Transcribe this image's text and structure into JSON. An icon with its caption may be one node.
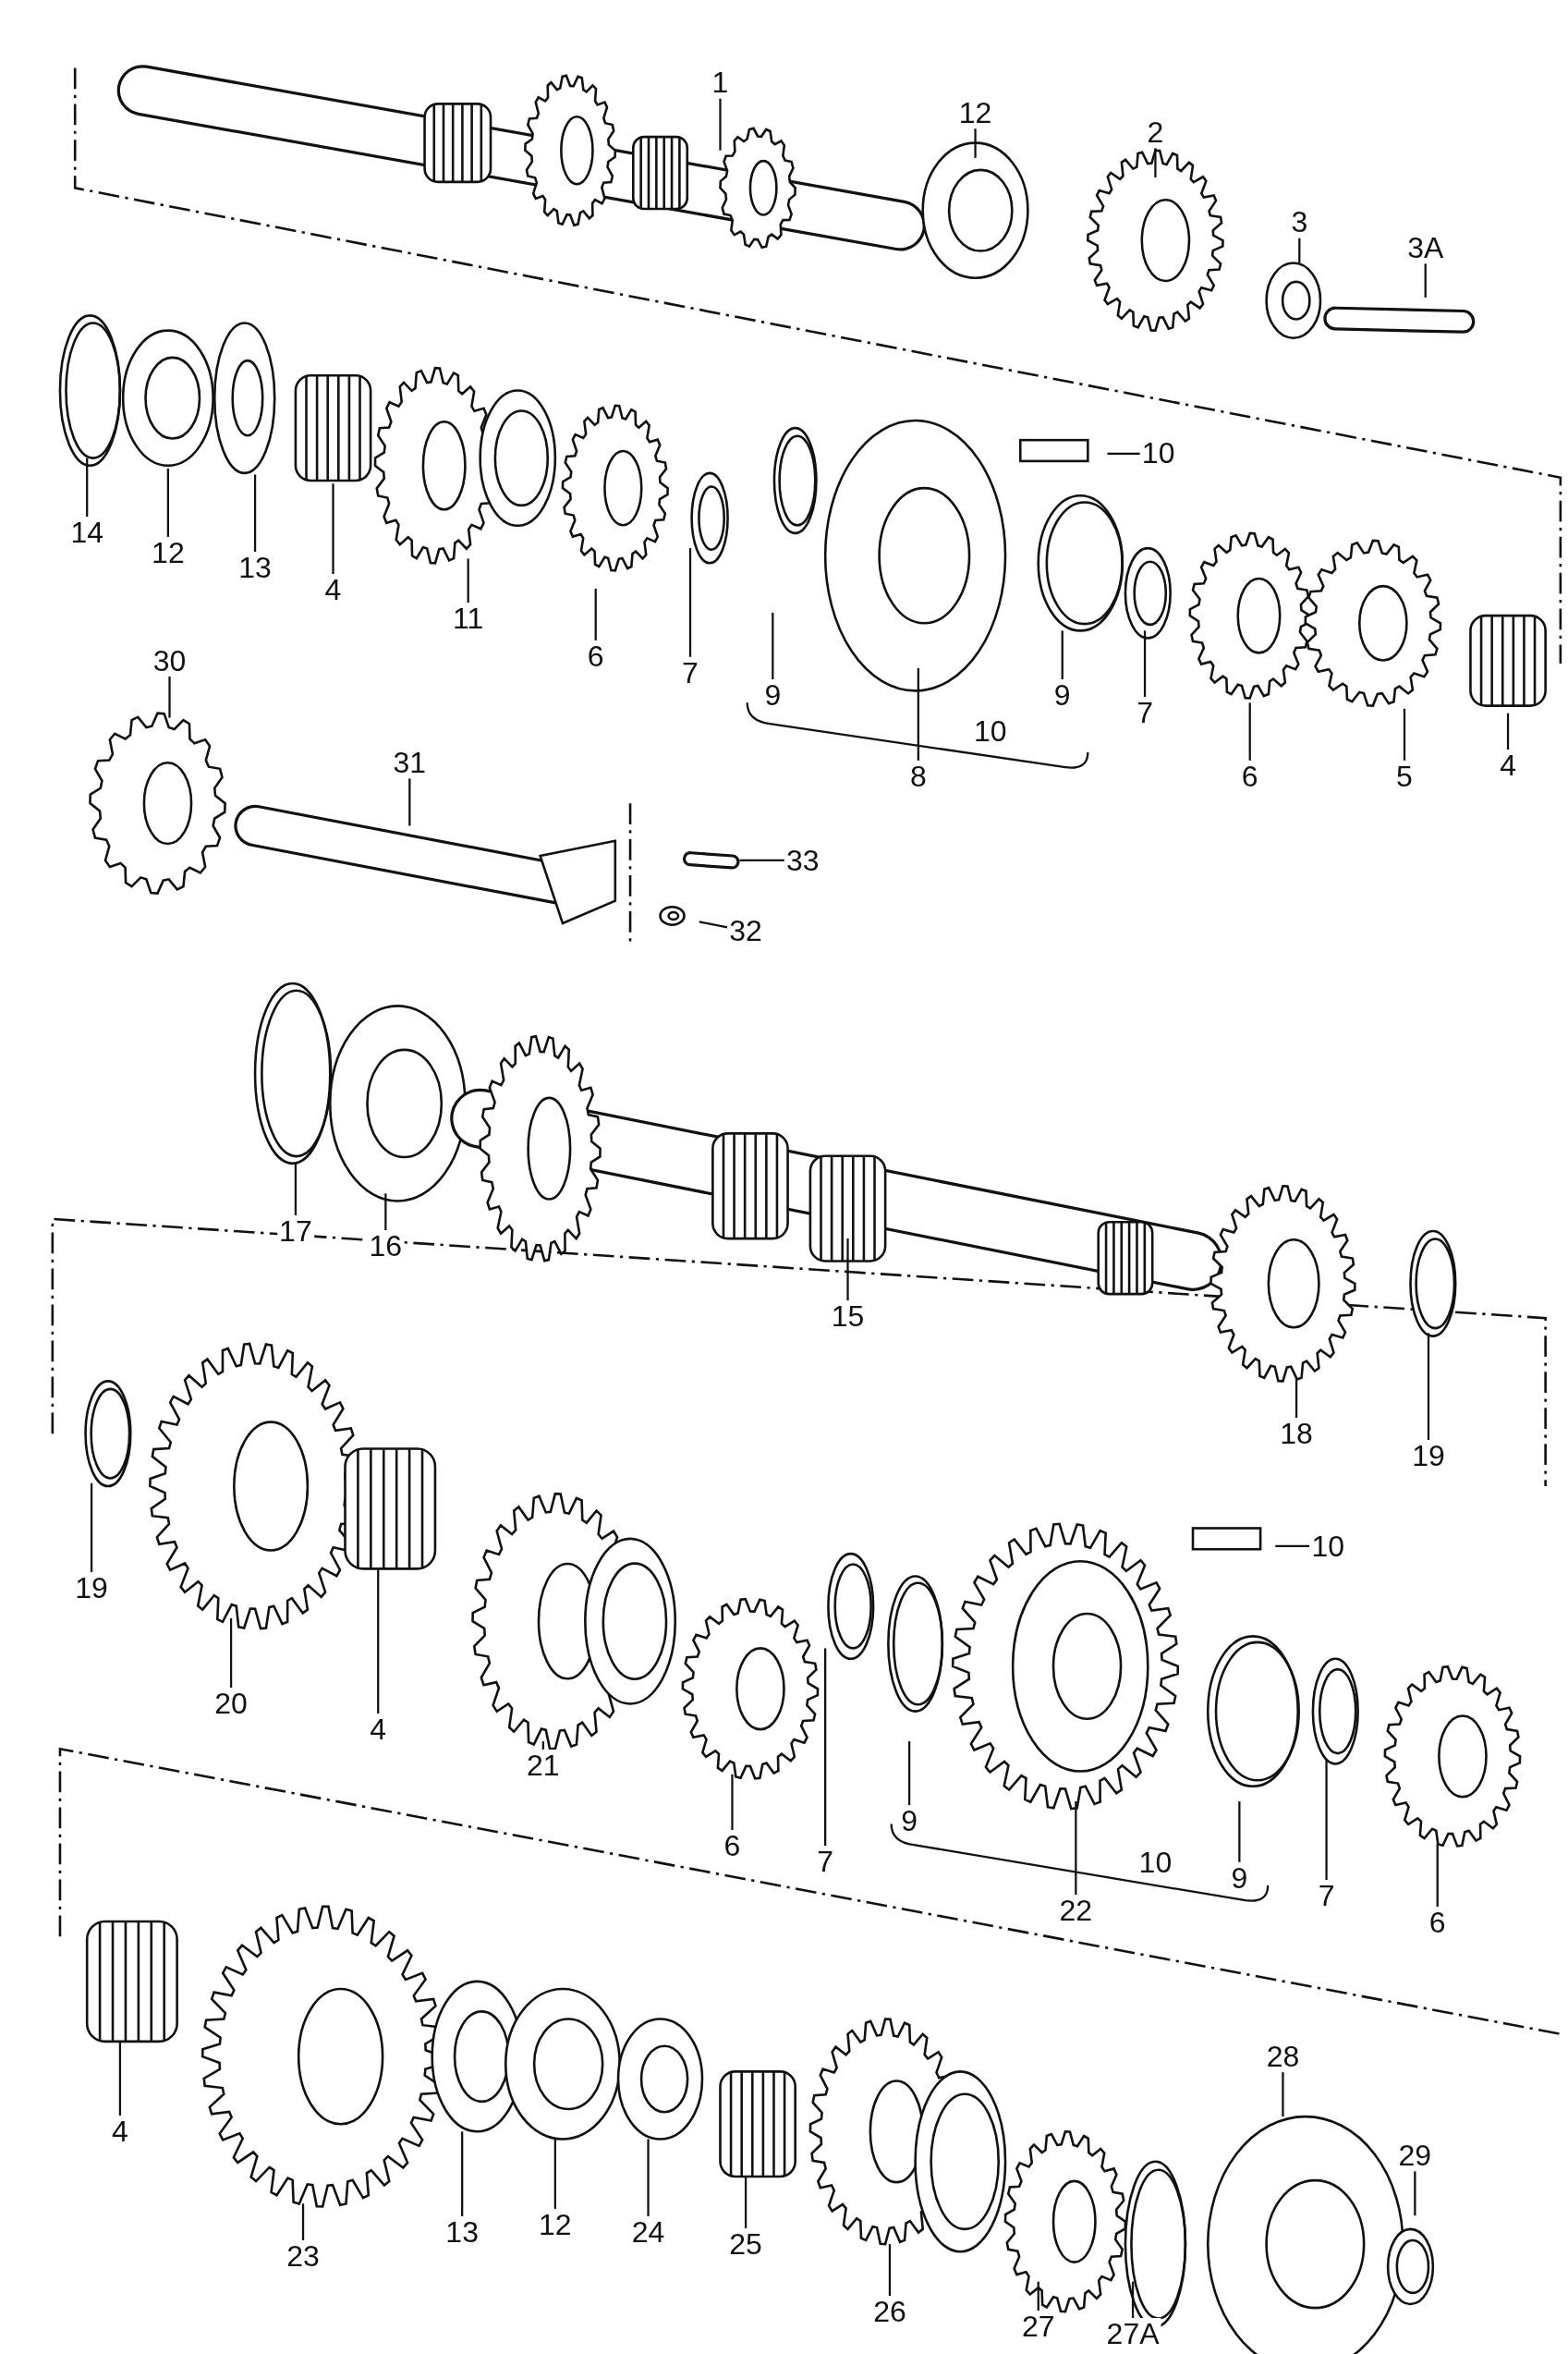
{
  "diagram": {
    "nodes": [
      {
        "text": [
          "1"
        ]
      },
      {
        "text": [
          "12"
        ]
      },
      {
        "text": [
          "2"
        ]
      },
      {
        "text": [
          "3"
        ]
      },
      {
        "text": [
          "3A"
        ]
      },
      {
        "text": [
          "10"
        ]
      },
      {
        "text": [
          "14"
        ]
      },
      {
        "text": [
          "12"
        ]
      },
      {
        "text": [
          "13"
        ]
      },
      {
        "text": [
          "4"
        ]
      },
      {
        "text": [
          "11"
        ]
      },
      {
        "text": [
          "6"
        ]
      },
      {
        "text": [
          "7"
        ]
      },
      {
        "text": [
          "9"
        ]
      },
      {
        "text": [
          "8"
        ]
      },
      {
        "text": [
          "9"
        ]
      },
      {
        "text": [
          "7"
        ]
      },
      {
        "text": [
          "6"
        ]
      },
      {
        "text": [
          "5"
        ]
      },
      {
        "text": [
          "4"
        ]
      },
      {
        "text": [
          "30"
        ]
      },
      {
        "text": [
          "31"
        ]
      },
      {
        "text": [
          "33"
        ]
      },
      {
        "text": [
          "32"
        ]
      },
      {
        "text": [
          "17"
        ]
      },
      {
        "text": [
          "16"
        ]
      },
      {
        "text": [
          "15"
        ]
      },
      {
        "text": [
          "18"
        ]
      },
      {
        "text": [
          "19"
        ]
      },
      {
        "text": [
          "10"
        ]
      },
      {
        "text": [
          "19"
        ]
      },
      {
        "text": [
          "20"
        ]
      },
      {
        "text": [
          "4"
        ]
      },
      {
        "text": [
          "21"
        ]
      },
      {
        "text": [
          "6"
        ]
      },
      {
        "text": [
          "7"
        ]
      },
      {
        "text": [
          "9"
        ]
      },
      {
        "text": [
          "22"
        ]
      },
      {
        "text": [
          "9"
        ]
      },
      {
        "text": [
          "7"
        ]
      },
      {
        "text": [
          "6"
        ]
      },
      {
        "text": [
          "28"
        ]
      },
      {
        "text": [
          "29"
        ]
      },
      {
        "text": [
          "4"
        ]
      },
      {
        "text": [
          "23"
        ]
      },
      {
        "text": [
          "13"
        ]
      },
      {
        "text": [
          "12"
        ]
      },
      {
        "text": [
          "24"
        ]
      },
      {
        "text": [
          "25"
        ]
      },
      {
        "text": [
          "26"
        ]
      },
      {
        "text": [
          "27"
        ]
      },
      {
        "text": [
          "27A"
        ]
      },
      {
        "text": [
          "10"
        ]
      },
      {
        "text": [
          "10"
        ]
      }
    ],
    "edges": [
      {
        "from": 0,
        "to": null,
        "arrow": "none"
      },
      {
        "from": 1,
        "to": null,
        "arrow": "none"
      },
      {
        "from": 2,
        "to": null,
        "arrow": "none"
      },
      {
        "from": 3,
        "to": null,
        "arrow": "none"
      },
      {
        "from": 4,
        "to": null,
        "arrow": "none"
      },
      {
        "from": 5,
        "to": null,
        "arrow": "none"
      },
      {
        "from": 6,
        "to": null,
        "arrow": "none"
      },
      {
        "from": 7,
        "to": null,
        "arrow": "none"
      },
      {
        "from": 8,
        "to": null,
        "arrow": "none"
      },
      {
        "from": 9,
        "to": null,
        "arrow": "none"
      },
      {
        "from": 10,
        "to": null,
        "arrow": "none"
      },
      {
        "from": 11,
        "to": null,
        "arrow": "none"
      },
      {
        "from": 12,
        "to": null,
        "arrow": "none"
      },
      {
        "from": 13,
        "to": null,
        "arrow": "none"
      },
      {
        "from": 14,
        "to": null,
        "arrow": "none"
      },
      {
        "from": 15,
        "to": null,
        "arrow": "none"
      },
      {
        "from": 16,
        "to": null,
        "arrow": "none"
      },
      {
        "from": 17,
        "to": null,
        "arrow": "none"
      },
      {
        "from": 18,
        "to": null,
        "arrow": "none"
      },
      {
        "from": 19,
        "to": null,
        "arrow": "none"
      },
      {
        "from": 20,
        "to": null,
        "arrow": "none"
      },
      {
        "from": 21,
        "to": null,
        "arrow": "none"
      },
      {
        "from": 22,
        "to": null,
        "arrow": "none"
      },
      {
        "from": 23,
        "to": null,
        "arrow": "none"
      },
      {
        "from": 24,
        "to": null,
        "arrow": "none"
      },
      {
        "from": 25,
        "to": null,
        "arrow": "none"
      },
      {
        "from": 26,
        "to": null,
        "arrow": "none"
      },
      {
        "from": 27,
        "to": null,
        "arrow": "none"
      },
      {
        "from": 28,
        "to": null,
        "arrow": "none"
      },
      {
        "from": 29,
        "to": null,
        "arrow": "none"
      },
      {
        "from": 30,
        "to": null,
        "arrow": "none"
      },
      {
        "from": 31,
        "to": null,
        "arrow": "none"
      },
      {
        "from": 32,
        "to": null,
        "arrow": "none"
      },
      {
        "from": 33,
        "to": null,
        "arrow": "none"
      },
      {
        "from": 34,
        "to": null,
        "arrow": "none"
      },
      {
        "from": 35,
        "to": null,
        "arrow": "none"
      },
      {
        "from": 36,
        "to": null,
        "arrow": "none"
      },
      {
        "from": 37,
        "to": null,
        "arrow": "none"
      },
      {
        "from": 38,
        "to": null,
        "arrow": "none"
      },
      {
        "from": 39,
        "to": null,
        "arrow": "none"
      },
      {
        "from": 40,
        "to": null,
        "arrow": "none"
      },
      {
        "from": 41,
        "to": null,
        "arrow": "none"
      },
      {
        "from": 42,
        "to": null,
        "arrow": "none"
      },
      {
        "from": 43,
        "to": null,
        "arrow": "none"
      },
      {
        "from": 44,
        "to": null,
        "arrow": "none"
      },
      {
        "from": 45,
        "to": null,
        "arrow": "none"
      },
      {
        "from": 46,
        "to": null,
        "arrow": "none"
      },
      {
        "from": 47,
        "to": null,
        "arrow": "none"
      },
      {
        "from": 48,
        "to": null,
        "arrow": "none"
      },
      {
        "from": 49,
        "to": null,
        "arrow": "none"
      },
      {
        "from": 50,
        "to": null,
        "arrow": "none"
      },
      {
        "from": 51,
        "to": null,
        "arrow": "none"
      }
    ]
  }
}
